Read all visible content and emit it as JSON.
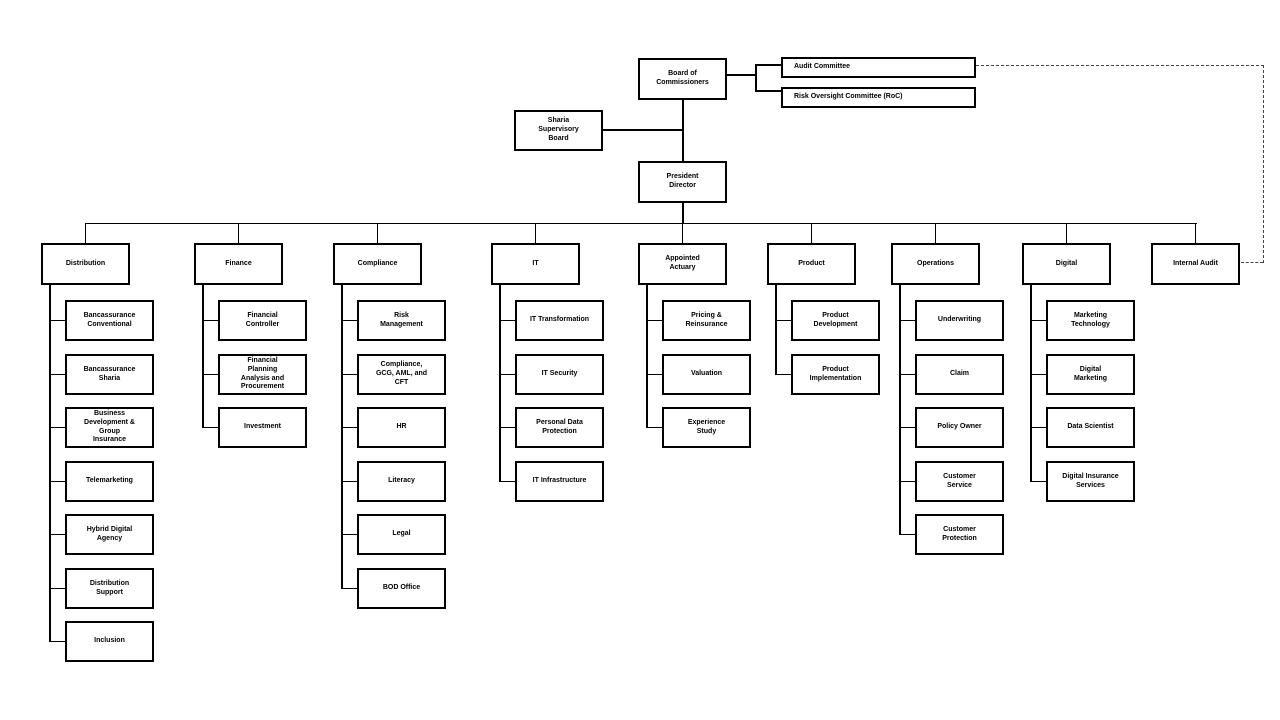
{
  "org_chart": {
    "top": {
      "board": "Board of\nCommissioners",
      "committees": [
        "Audit Committee",
        "Risk Oversight Committee (RoC)"
      ],
      "sharia": "Sharia\nSupervisory\nBoard",
      "president": "President\nDirector"
    },
    "departments": [
      {
        "label": "Distribution",
        "children": [
          "Bancassurance\nConventional",
          "Bancassurance\nSharia",
          "Business\nDevelopment &\nGroup\nInsurance",
          "Telemarketing",
          "Hybrid Digital\nAgency",
          "Distribution\nSupport",
          "Inclusion"
        ]
      },
      {
        "label": "Finance",
        "children": [
          "Financial\nController",
          "Financial\nPlanning\nAnalysis and\nProcurement",
          "Investment"
        ]
      },
      {
        "label": "Compliance",
        "children": [
          "Risk\nManagement",
          "Compliance,\nGCG, AML, and\nCFT",
          "HR",
          "Literacy",
          "Legal",
          "BOD Office"
        ]
      },
      {
        "label": "IT",
        "children": [
          "IT Transformation",
          "IT Security",
          "Personal Data\nProtection",
          "IT Infrastructure"
        ]
      },
      {
        "label": "Appointed\nActuary",
        "children": [
          "Pricing &\nReinsurance",
          "Valuation",
          "Experience\nStudy"
        ]
      },
      {
        "label": "Product",
        "children": [
          "Product\nDevelopment",
          "Product\nImplementation"
        ]
      },
      {
        "label": "Operations",
        "children": [
          "Underwriting",
          "Claim",
          "Policy Owner",
          "Customer\nService",
          "Customer\nProtection"
        ]
      },
      {
        "label": "Digital",
        "children": [
          "Marketing\nTechnology",
          "Digital\nMarketing",
          "Data Scientist",
          "Digital Insurance\nServices"
        ]
      },
      {
        "label": "Internal Audit",
        "children": []
      }
    ],
    "dashed_link": {
      "from": "Audit Committee",
      "to": "Internal Audit"
    },
    "colors": {
      "background": "#ffffff",
      "box_fill": "#ffffff",
      "box_border": "#000000",
      "text": "#000000",
      "connector": "#000000",
      "dashed_connector": "#444444"
    }
  }
}
